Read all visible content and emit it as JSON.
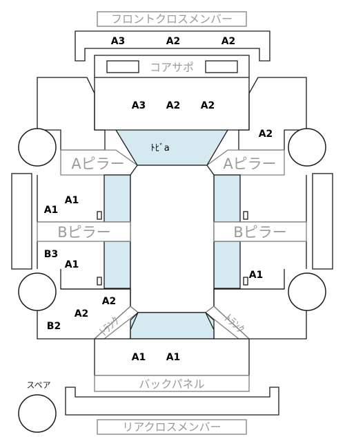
{
  "labels": {
    "front_cross_member": "フロントクロスメンバー",
    "core_support": "コアサポ",
    "a_pillar_left": "Aピラー",
    "a_pillar_right": "Aピラー",
    "b_pillar_left": "Bピラー",
    "b_pillar_right": "Bピラー",
    "back_panel": "バックパネル",
    "rear_cross_member": "リアクロスメンバー",
    "spare": "スペア",
    "dash": "ﾄﾋﾞa",
    "trunk_left": "ﾄﾗﾝｸ",
    "trunk_right": "ﾄﾗﾝｸ"
  },
  "ratings": {
    "front_cross": [
      "A3",
      "A2",
      "A2"
    ],
    "core": [
      "A3",
      "A2",
      "A2"
    ],
    "front_right_fender": "A2",
    "left_front_door_top": "A1",
    "left_front_door_side": "A1",
    "left_rear_door_top": "B3",
    "left_rear_door_side": "A1",
    "right_rear_door": "A1",
    "left_quarter_upper": "A2",
    "left_quarter_lower": "A2",
    "left_quarter_corner": "B2",
    "rear": [
      "A1",
      "A1"
    ]
  }
}
